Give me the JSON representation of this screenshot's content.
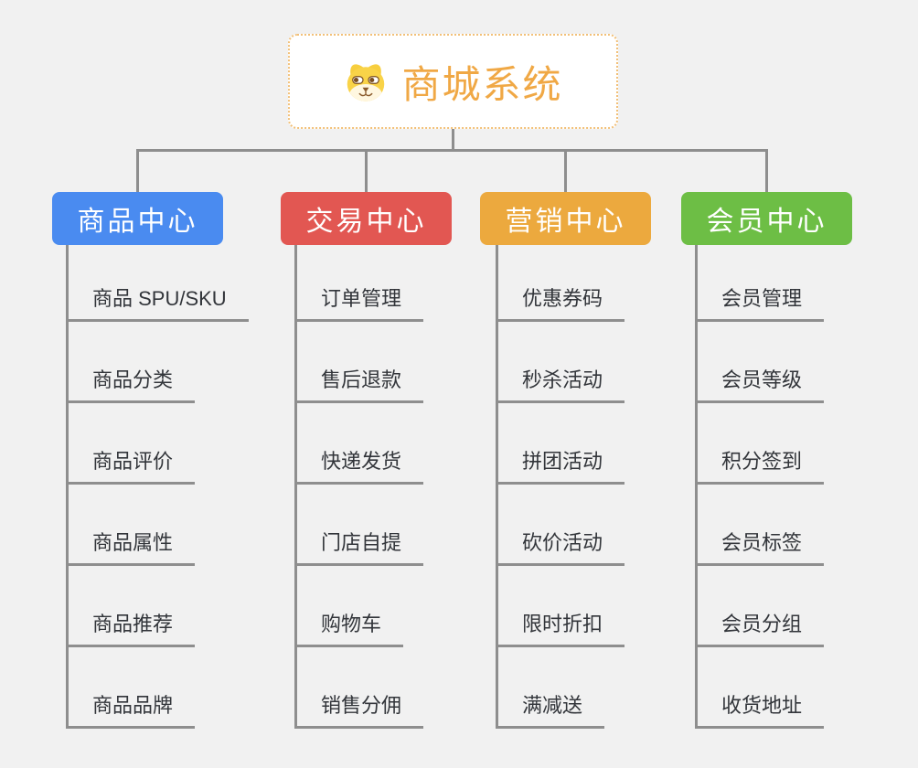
{
  "page": {
    "background_color": "#F1F1F1",
    "connector_color": "#8E8E8E"
  },
  "root": {
    "title": "商城系统",
    "icon": "dog-face-icon",
    "text_color": "#F0A845",
    "border_color": "#F2C078"
  },
  "branches": [
    {
      "label": "商品中心",
      "color": "#4A8BF0",
      "children": [
        "商品 SPU/SKU",
        "商品分类",
        "商品评价",
        "商品属性",
        "商品推荐",
        "商品品牌"
      ]
    },
    {
      "label": "交易中心",
      "color": "#E25752",
      "children": [
        "订单管理",
        "售后退款",
        "快递发货",
        "门店自提",
        "购物车",
        "销售分佣"
      ]
    },
    {
      "label": "营销中心",
      "color": "#ECA93E",
      "children": [
        "优惠券码",
        "秒杀活动",
        "拼团活动",
        "砍价活动",
        "限时折扣",
        "满减送"
      ]
    },
    {
      "label": "会员中心",
      "color": "#6DBE45",
      "children": [
        "会员管理",
        "会员等级",
        "积分签到",
        "会员标签",
        "会员分组",
        "收货地址"
      ]
    }
  ]
}
